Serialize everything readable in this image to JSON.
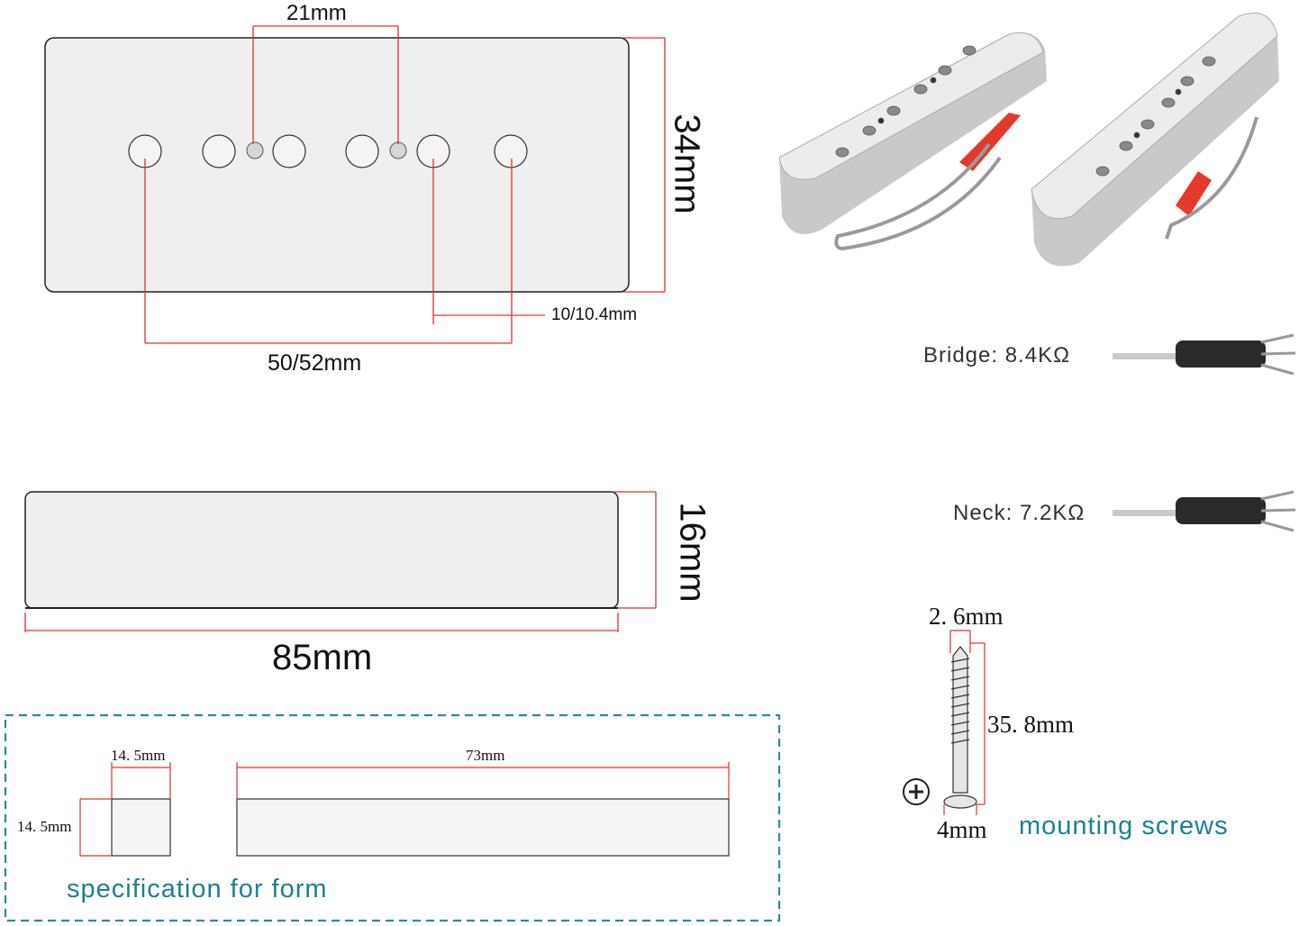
{
  "top_view": {
    "dim_pole_gap": "21mm",
    "dim_height": "34mm",
    "dim_outer_span": "50/52mm",
    "dim_pole_spacing": "10/10.4mm"
  },
  "side_view": {
    "dim_height": "16mm",
    "dim_length": "85mm"
  },
  "form_spec": {
    "title": "specification for form",
    "small_width": "14. 5mm",
    "small_height": "14. 5mm",
    "long_length": "73mm"
  },
  "resistance": {
    "bridge": "Bridge: 8.4KΩ",
    "neck": "Neck: 7.2KΩ"
  },
  "screw": {
    "diameter": "2. 6mm",
    "length": "35. 8mm",
    "head": "4mm",
    "caption": "mounting screws"
  },
  "colors": {
    "dimension_line": "#e03030",
    "plate_fill": "#efefef",
    "caption": "#1e7f93"
  },
  "icons": {
    "phillips": "phillips-head-icon"
  }
}
